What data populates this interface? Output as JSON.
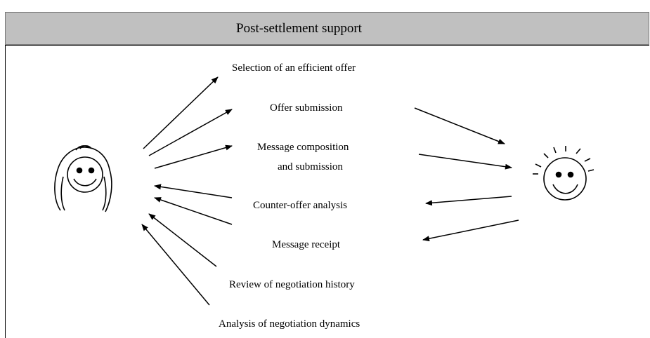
{
  "header": {
    "title": "Post-settlement support"
  },
  "activities": {
    "efficient_offer": "Selection of an efficient offer",
    "offer_submission": "Offer submission",
    "message_composition_line1": "Message composition",
    "message_composition_line2": "and submission",
    "counter_offer_analysis": "Counter-offer analysis",
    "message_receipt": "Message receipt",
    "review_history": "Review of negotiation history",
    "analysis_dynamics": "Analysis of negotiation dynamics"
  },
  "actors": {
    "left": "user-icon",
    "right": "counterpart-icon"
  },
  "colors": {
    "header_bg": "#c0c0c0",
    "line": "#000000"
  }
}
